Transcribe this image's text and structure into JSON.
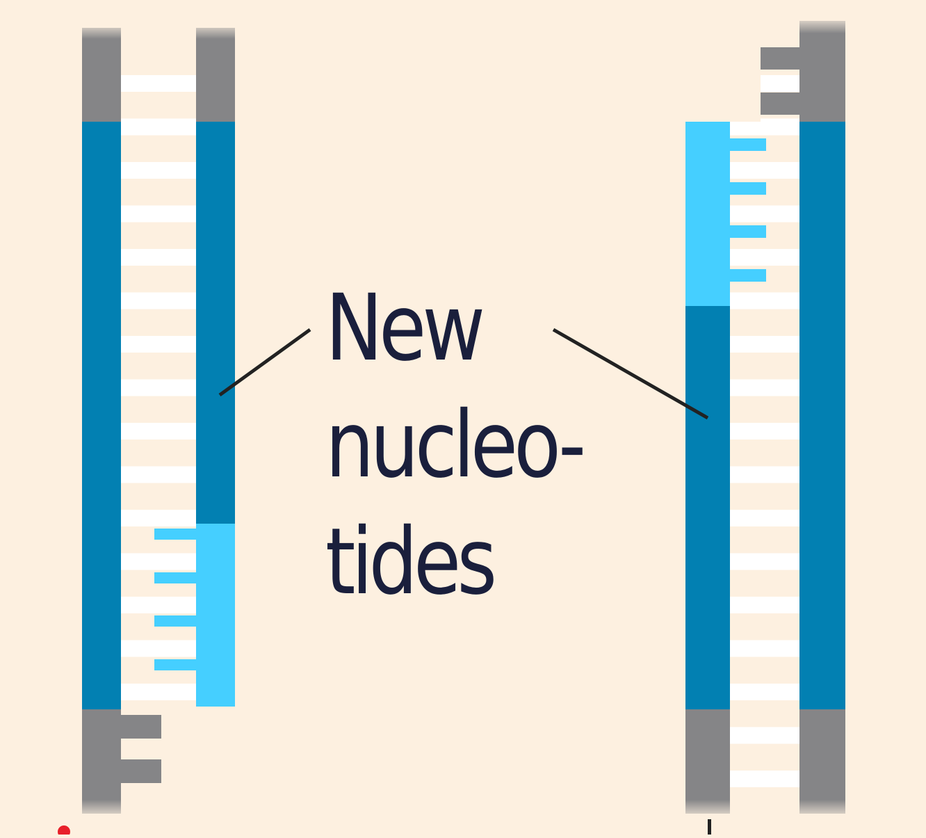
{
  "diagram": {
    "label_lines": [
      "New",
      "nucleo-",
      "tides"
    ]
  },
  "colors": {
    "background": "#fdf0e0",
    "old_strand_gray": "#858587",
    "parent_strand_blue": "#0280b2",
    "new_strand_blue": "#45cfff",
    "label_text": "#1a1f3c",
    "leader_line": "#222222",
    "rung": "#ffffff"
  }
}
